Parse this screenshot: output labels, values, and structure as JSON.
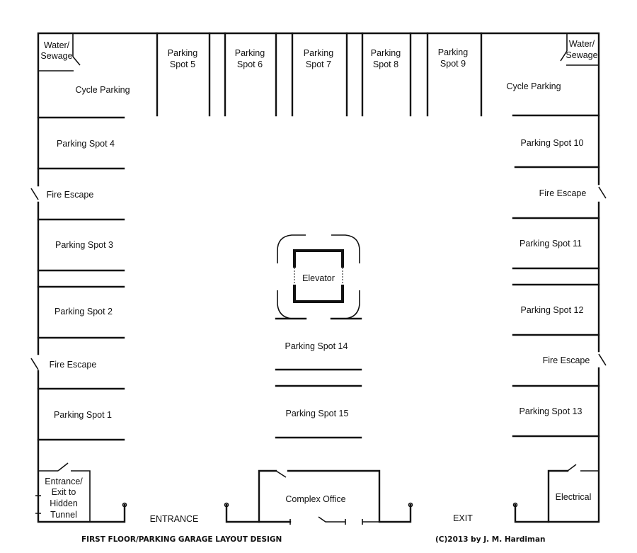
{
  "rooms": {
    "water_left_1": "Water/",
    "water_left_2": "Sewage",
    "water_right_1": "Water/",
    "water_right_2": "Sewage",
    "cycle_left": "Cycle Parking",
    "cycle_right": "Cycle Parking",
    "fire_escape_l1": "Fire Escape",
    "fire_escape_l2": "Fire Escape",
    "fire_escape_r1": "Fire Escape",
    "fire_escape_r2": "Fire Escape",
    "elevator": "Elevator",
    "tunnel": [
      "Entrance/",
      "Exit to",
      "Hidden",
      "Tunnel"
    ],
    "office": "Complex Office",
    "electrical": "Electrical",
    "entrance": "ENTRANCE",
    "exit": "EXIT"
  },
  "spots": {
    "s1": "Parking Spot 1",
    "s2": "Parking Spot 2",
    "s3": "Parking Spot 3",
    "s4": "Parking Spot 4",
    "parking": "Parking",
    "s5": "Spot 5",
    "s6": "Spot 6",
    "s7": "Spot 7",
    "s8": "Spot 8",
    "s9": "Spot 9",
    "s10": "Parking Spot 10",
    "s11": "Parking Spot 11",
    "s12": "Parking Spot 12",
    "s13": "Parking Spot 13",
    "s14": "Parking Spot 14",
    "s15": "Parking Spot 15"
  },
  "caption": {
    "title": "FIRST FLOOR/PARKING GARAGE LAYOUT DESIGN",
    "copyright": "(C)2013 by J. M. Hardiman"
  }
}
